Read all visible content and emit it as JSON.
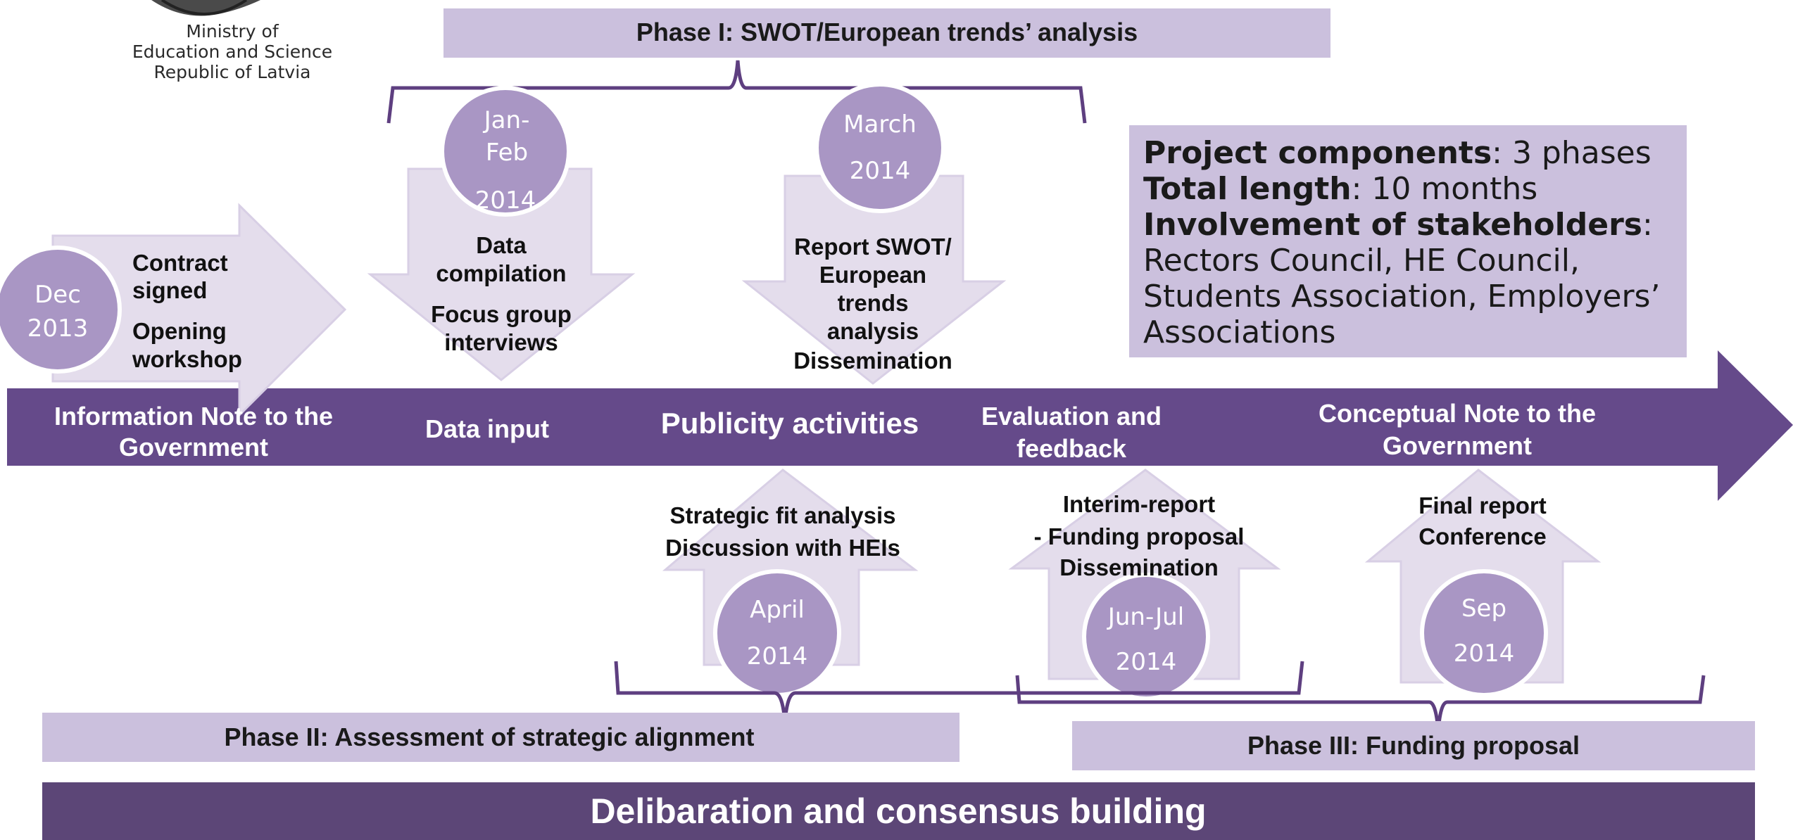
{
  "logo": {
    "line1": "Ministry of",
    "line2": "Education and Science",
    "line3": "Republic of Latvia"
  },
  "phases": {
    "phase1": "Phase I: SWOT/European trends’ analysis",
    "phase2": "Phase II: Assessment of strategic alignment",
    "phase3": "Phase III: Funding proposal"
  },
  "timeline_labels": {
    "info_note_1": "Information Note to the",
    "info_note_2": "Government",
    "data_input": "Data input",
    "publicity": "Publicity activities",
    "evaluation_1": "Evaluation and",
    "evaluation_2": "feedback",
    "conceptual_1": "Conceptual Note to the",
    "conceptual_2": "Government"
  },
  "dates": {
    "dec": [
      "Dec",
      "2013"
    ],
    "janfeb": [
      "Jan-",
      "Feb",
      "2014"
    ],
    "march": [
      "March",
      "2014"
    ],
    "april": [
      "April",
      "2014"
    ],
    "junjul": [
      "Jun-Jul",
      "2014"
    ],
    "sep": [
      "Sep",
      "2014"
    ]
  },
  "activities": {
    "contract": [
      "Contract",
      "signed",
      "Opening",
      "workshop"
    ],
    "data": [
      "Data",
      "compilation",
      "Focus group",
      "interviews"
    ],
    "report": [
      "Report SWOT/",
      "European",
      "trends",
      "analysis",
      "Dissemination"
    ],
    "strategic": [
      "Strategic fit analysis",
      "Discussion with HEIs"
    ],
    "interim": [
      "Interim-report",
      "- Funding proposal",
      "Dissemination"
    ],
    "final": [
      "Final report",
      "Conference"
    ]
  },
  "info_box": {
    "components_label": "Project components",
    "components_value": ": 3 phases",
    "length_label": "Total length",
    "length_value": ": 10 months",
    "stakeholders_label": "Involvement of stakeholders",
    "stakeholders_colon": ":",
    "stakeholders_line1": "Rectors Council, HE Council,",
    "stakeholders_line2": "Students Association, Employers’",
    "stakeholders_line3": "Associations"
  },
  "footer": "Delibaration and consensus building",
  "colors": {
    "dark_purple": "#654a8a",
    "footer_purple": "#5c4677",
    "circle": "#a996c4",
    "light_fill": "#e4ddec",
    "phase_box": "#cbc0dd",
    "bracket": "#5e3f80"
  }
}
